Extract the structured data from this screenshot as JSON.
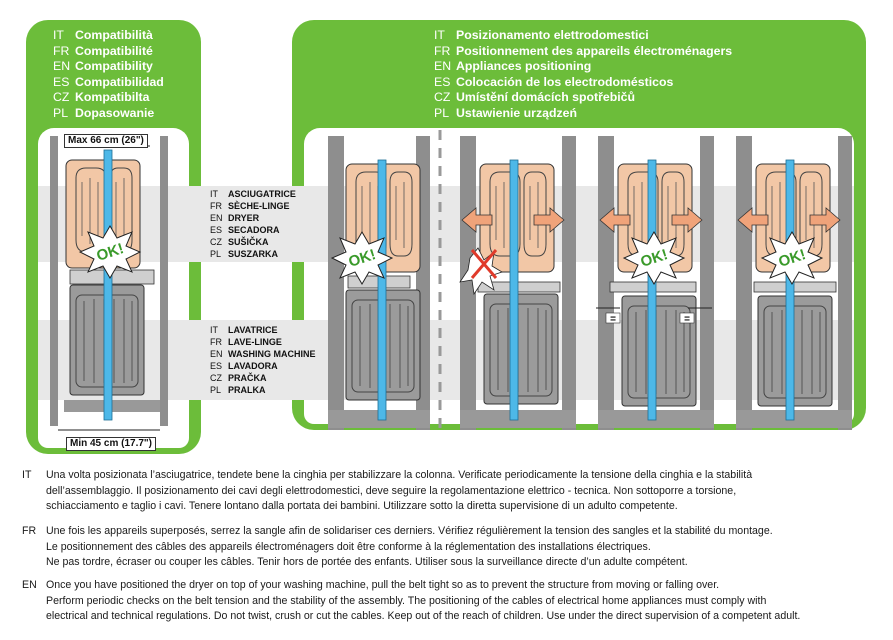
{
  "left_panel": {
    "title_lines": [
      {
        "lang": "IT",
        "text": "Compatibilità"
      },
      {
        "lang": "FR",
        "text": "Compatibilité"
      },
      {
        "lang": "EN",
        "text": "Compatibility"
      },
      {
        "lang": "ES",
        "text": "Compatibilidad"
      },
      {
        "lang": "CZ",
        "text": "Kompatibilta"
      },
      {
        "lang": "PL",
        "text": "Dopasowanie"
      }
    ],
    "max_width_label": "Max 66 cm (26\")",
    "min_width_label": "Min 45 cm (17.7\")"
  },
  "right_panel": {
    "title_lines": [
      {
        "lang": "IT",
        "text": "Posizionamento elettrodomestici"
      },
      {
        "lang": "FR",
        "text": "Positionnement des appareils électroménagers"
      },
      {
        "lang": "EN",
        "text": "Appliances positioning"
      },
      {
        "lang": "ES",
        "text": "Colocación de los electrodomésticos"
      },
      {
        "lang": "CZ",
        "text": "Umístění domácích spotřebičů"
      },
      {
        "lang": "PL",
        "text": "Ustawienie urządzeń"
      }
    ]
  },
  "dryer_label": [
    {
      "lang": "IT",
      "text": "ASCIUGATRICE"
    },
    {
      "lang": "FR",
      "text": "SÈCHE-LINGE"
    },
    {
      "lang": "EN",
      "text": "DRYER"
    },
    {
      "lang": "ES",
      "text": "SECADORA"
    },
    {
      "lang": "CZ",
      "text": "SUŠIČKA"
    },
    {
      "lang": "PL",
      "text": "SUSZARKA"
    }
  ],
  "washer_label": [
    {
      "lang": "IT",
      "text": "LAVATRICE"
    },
    {
      "lang": "FR",
      "text": "LAVE-LINGE"
    },
    {
      "lang": "EN",
      "text": "WASHING MACHINE"
    },
    {
      "lang": "ES",
      "text": "LAVADORA"
    },
    {
      "lang": "CZ",
      "text": "PRAČKA"
    },
    {
      "lang": "PL",
      "text": "PRALKA"
    }
  ],
  "ok_badge": "OK!",
  "colors": {
    "panel_green": "#6cbd3a",
    "dryer": "#f2c7a6",
    "washer": "#9b9b9b",
    "belt": "#4db8e8",
    "arrow": "#f0a37a"
  },
  "instructions": [
    {
      "lang": "IT",
      "text": "Una volta posizionata l’asciugatrice, tendete bene la cinghia per stabilizzare la colonna. Verificate periodicamente la tensione della cinghia e la stabilità\ndell’assemblaggio. Il posizionamento dei cavi degli elettrodomestici, deve seguire la regolamentazione elettrico - tecnica. Non sottoporre a torsione,\nschiacciamento e taglio i cavi. Tenere lontano dalla portata dei bambini. Utilizzare sotto la diretta supervisione di un adulto competente."
    },
    {
      "lang": "FR",
      "text": "Une fois les appareils superposés, serrez la sangle afin de solidariser ces derniers. Vérifiez régulièrement la tension des sangles et la stabilité du montage.\nLe positionnement des câbles des appareils électroménagers doit être conforme à la réglementation des installations électriques.\nNe pas tordre, écraser ou couper les câbles. Tenir hors de portée des enfants. Utiliser sous la surveillance directe d’un adulte compétent."
    },
    {
      "lang": "EN",
      "text": "Once you have positioned the dryer on top of your washing machine, pull the belt tight so as to prevent the structure from moving or falling over.\nPerform periodic checks on the belt tension and the stability of the assembly. The positioning of the cables of electrical home appliances must comply with\nelectrical and technical regulations. Do not twist, crush or cut the cables. Keep out of the reach of children. Use under the direct supervision of a competent adult."
    }
  ]
}
